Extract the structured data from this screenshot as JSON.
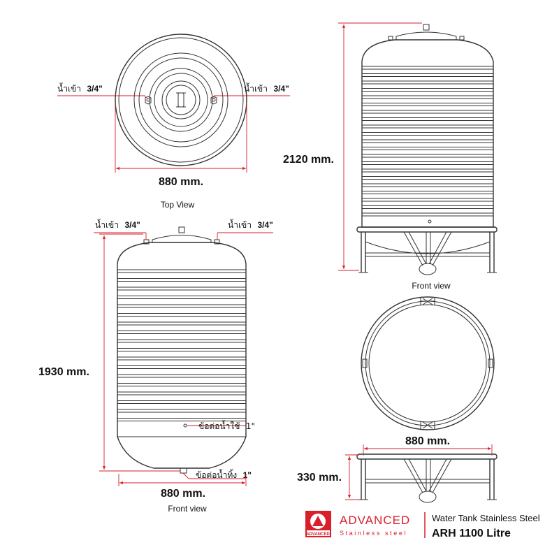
{
  "top_view": {
    "caption": "Top View",
    "width_dim": "880 mm.",
    "inlet_left": {
      "th": "น้ำเข้า",
      "size": "3/4\""
    },
    "inlet_right": {
      "th": "น้ำเข้า",
      "size": "3/4\""
    }
  },
  "front_view_small": {
    "caption": "Front view",
    "height_dim": "1930 mm.",
    "width_dim": "880 mm.",
    "inlet_left": {
      "th": "น้ำเข้า",
      "size": "3/4\""
    },
    "inlet_right": {
      "th": "น้ำเข้า",
      "size": "3/4\""
    },
    "outlet": {
      "th": "ข้อต่อน้ำใช้",
      "size": "1\""
    },
    "drain": {
      "th": "ข้อต่อน้ำทิ้ง",
      "size": "1\""
    }
  },
  "front_view_stand": {
    "caption": "Front view",
    "height_dim": "2120 mm."
  },
  "stand_top_view": {},
  "stand_front_view": {
    "width_dim": "880 mm.",
    "height_dim": "330 mm."
  },
  "footer": {
    "logo_text": "ADVANCED",
    "brand": "ADVANCED",
    "brand_sub": "Stainless steel",
    "product": "Water Tank Stainless Steel",
    "model": "ARH 1100 Litre"
  },
  "colors": {
    "dimension": "#d81f2a",
    "line": "#333333",
    "brand": "#d81f2a"
  }
}
